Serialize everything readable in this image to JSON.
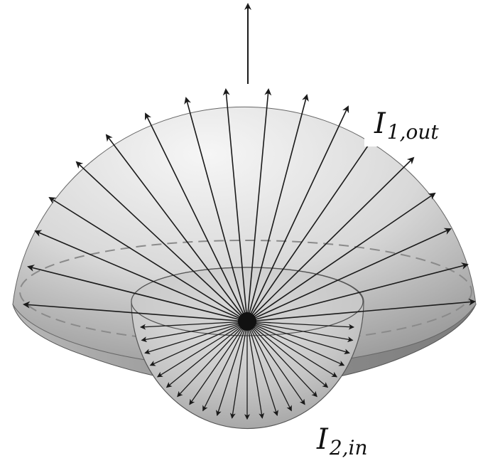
{
  "labels": {
    "outgoing": {
      "main": "I",
      "sub": "1,out"
    },
    "incoming": {
      "main": "I",
      "sub": "2,in"
    }
  },
  "colors": {
    "arrow": "#1a1a1a",
    "dome_light": "#f4f4f4",
    "dome_dark": "#9a9a9a",
    "bowl_light": "#e2e2e2",
    "bowl_dark": "#a8a8a8",
    "center": "#111111"
  }
}
